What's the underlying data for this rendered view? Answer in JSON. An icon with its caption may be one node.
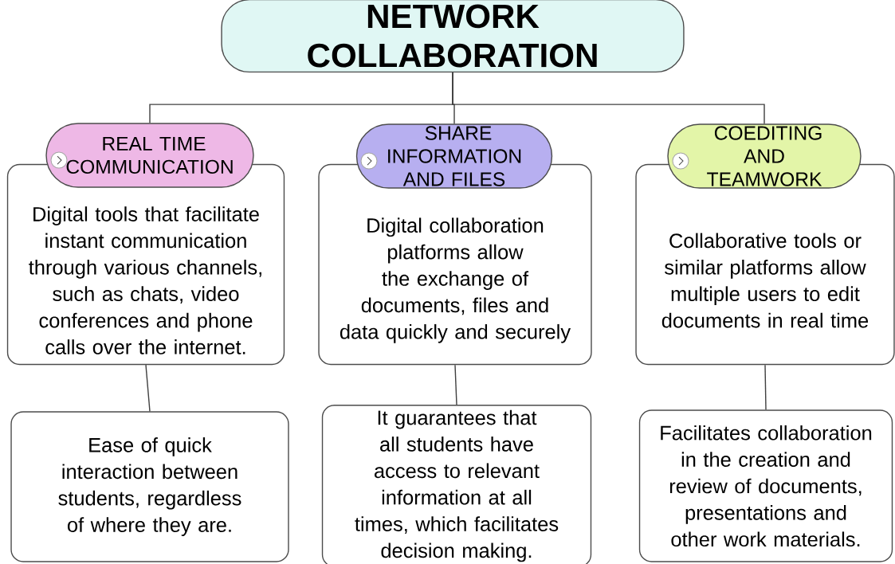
{
  "diagram": {
    "nodes": [
      {
        "text": [
          "NETWORK COLLABORATION"
        ]
      },
      {
        "text": [
          "REAL TIME COMMUNICATION"
        ]
      },
      {
        "text": [
          "Digital tools that facilitate instant communication through various channels, such as chats, video conferences and phone calls over the internet."
        ]
      },
      {
        "text": [
          "Ease of quick interaction between students, regardless of where they are."
        ]
      },
      {
        "text": [
          "SHARE INFORMATION AND FILES"
        ]
      },
      {
        "text": [
          "Digital collaboration platforms allow the exchange of documents, files and data quickly and securely"
        ]
      },
      {
        "text": [
          "It guarantees that all students have access to relevant information at all times, which facilitates decision making."
        ]
      },
      {
        "text": [
          "COEDITING AND TEAMWORK"
        ]
      },
      {
        "text": [
          "Collaborative tools or similar platforms allow multiple users to edit documents in real time"
        ]
      },
      {
        "text": [
          "Facilitates collaboration in the creation and review of documents, presentations and other work materials."
        ]
      }
    ],
    "edges": [
      {
        "from": 0,
        "to": 1,
        "arrow": "none"
      },
      {
        "from": 0,
        "to": 4,
        "arrow": "none"
      },
      {
        "from": 0,
        "to": 7,
        "arrow": "none"
      },
      {
        "from": 2,
        "to": 3,
        "arrow": "none"
      },
      {
        "from": 5,
        "to": 6,
        "arrow": "none"
      },
      {
        "from": 8,
        "to": 9,
        "arrow": "none"
      }
    ]
  }
}
